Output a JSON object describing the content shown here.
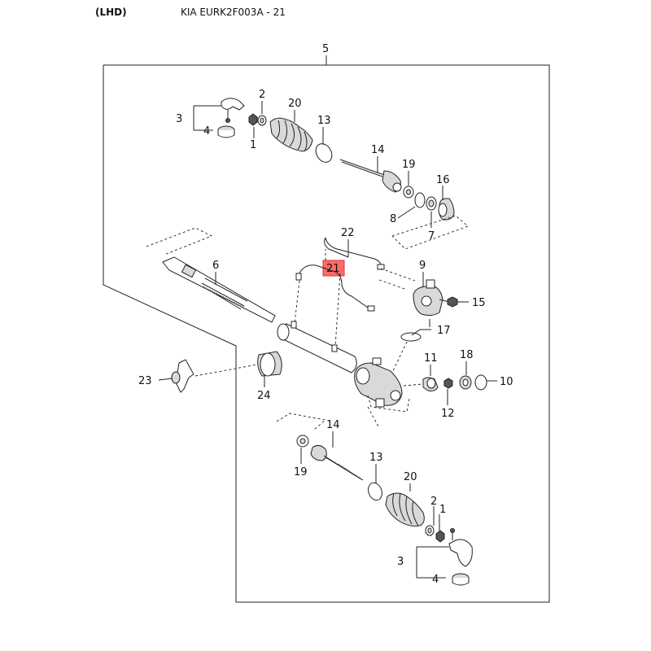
{
  "header": {
    "variant": "(LHD)",
    "catalog_code": "KIA EURK2F003A - 21"
  },
  "highlight": {
    "part": "21",
    "color": "#ff6a6a"
  },
  "callouts": {
    "p5": "5",
    "p2a": "2",
    "p20a": "20",
    "p3a": "3",
    "p13a": "13",
    "p4a": "4",
    "p1a": "1",
    "p14a": "14",
    "p19a": "19",
    "p16": "16",
    "p8": "8",
    "p7": "7",
    "p22": "22",
    "p6": "6",
    "p21": "21",
    "p9": "9",
    "p15": "15",
    "p17": "17",
    "p11": "11",
    "p18": "18",
    "p23": "23",
    "p10": "10",
    "p24": "24",
    "p12": "12",
    "p14b": "14",
    "p19b": "19",
    "p13b": "13",
    "p20b": "20",
    "p2b": "2",
    "p1b": "1",
    "p3b": "3",
    "p4b": "4"
  }
}
